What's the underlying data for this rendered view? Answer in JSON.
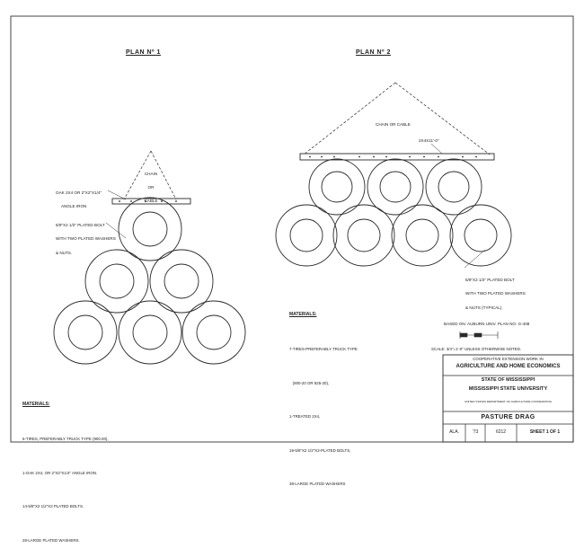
{
  "plan1": {
    "title": "PLAN Nº 1",
    "chain_label": [
      "CHAIN",
      "OR",
      "CABLE"
    ],
    "oak_label": [
      "OAK 2X4 OR 2\"X2\"X1/4\"",
      "ANGLE IRON"
    ],
    "bolt_label": [
      "5/8\"X2 1/2\" PLATED BOLT",
      "WITH TWO PLATED WASHERS",
      "& NUTS."
    ],
    "materials_title": "MATERIALS:",
    "materials": [
      "6-TIRES, PREFERABLY TRUCK TYPE (900.00),",
      "1-OAK 2X4, OR 2\"X2\"X1/4\" ANGLE IRON.",
      "14-5/8\"X2 1/2\"X2 PLATED BOLTS.",
      "28-LARGE PLATED WASHERS."
    ]
  },
  "plan2": {
    "title": "PLAN Nº 2",
    "chain_label": "CHAIN OR CABLE",
    "board_label": "2X4X11'-0\"",
    "bolt_label": [
      "5/8\"X2 1/2\" PLATED BOLT",
      "WITH TWO PLATED WASHERS",
      "& NUTS (TYPICAL)."
    ],
    "materials_title": "MATERIALS:",
    "materials": [
      "7-TIRES-PREFERABLY TRUCK TYPE",
      "   (900-20 OR 825-20),",
      "1-TREATED 2X4,",
      "19-5/8\"X2 1/2\"X2-PLATED BOLTS,",
      "38-LARGE PLATED WASHERS"
    ]
  },
  "based_on": "BASED ON: AUBURN UNIV. PLAN NO. G-408",
  "scale_note": "SCALE: 3/4\"=1'-0\" UNLESS OTHERWISE NOTED.",
  "title_block": {
    "line1": "COOPERATIVE EXTENSION WORK IN",
    "line2": "AGRICULTURE AND HOME ECONOMICS",
    "line3": "STATE OF MISSISSIPPI",
    "line4": "MISSISSIPPI STATE UNIVERSITY",
    "line5": "UNITED STATES DEPARTMENT OF AGRICULTURE COOPERATING",
    "drawing_title": "PASTURE DRAG",
    "state": "ALA.",
    "year": "'73",
    "plan_no": "6212",
    "sheet": "SHEET 1 OF 1"
  },
  "colors": {
    "ink": "#2a2a2a",
    "paper": "#ffffff"
  }
}
